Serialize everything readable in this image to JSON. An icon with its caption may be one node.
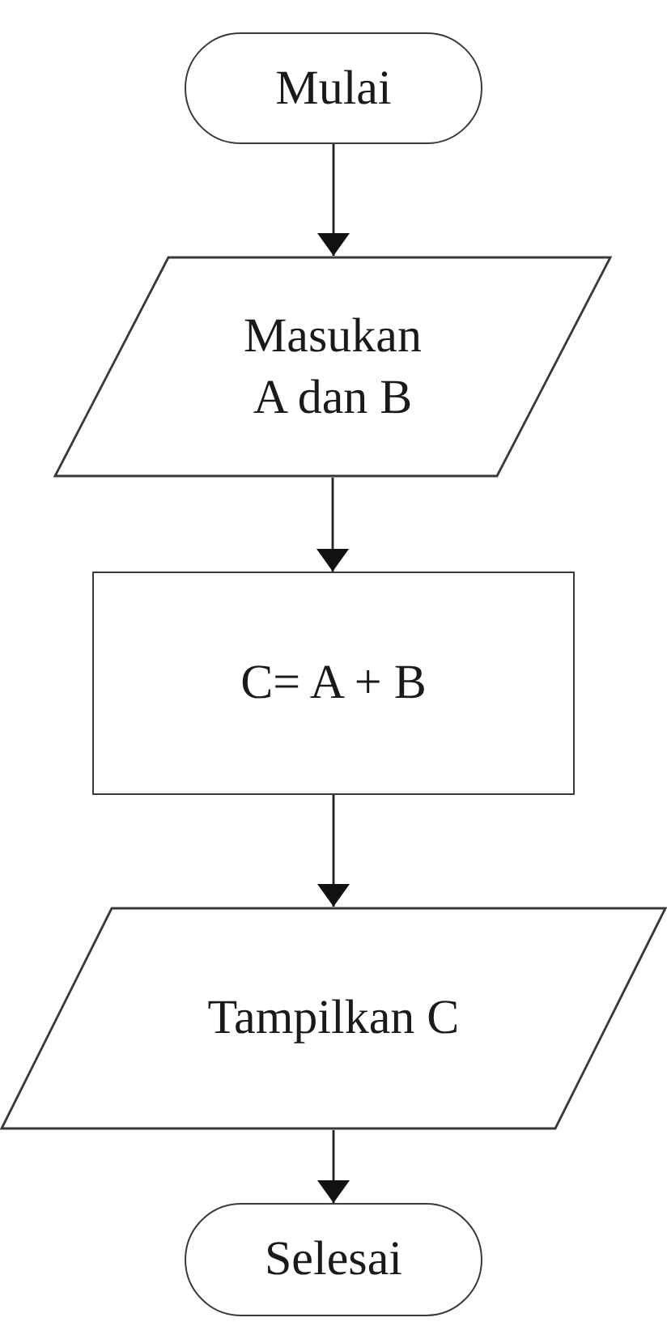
{
  "diagram": {
    "nodes": [
      {
        "text": [
          "Mulai"
        ]
      },
      {
        "text": [
          "Masukan A dan B"
        ]
      },
      {
        "text": [
          "C= A + B"
        ]
      },
      {
        "text": [
          "Tampilkan C"
        ]
      },
      {
        "text": [
          "Selesai"
        ]
      }
    ],
    "edges": [
      {
        "from": 0,
        "to": 1,
        "arrow": "to"
      },
      {
        "from": 1,
        "to": 2,
        "arrow": "to"
      },
      {
        "from": 2,
        "to": 3,
        "arrow": "to"
      },
      {
        "from": 3,
        "to": 4,
        "arrow": "to"
      }
    ]
  }
}
